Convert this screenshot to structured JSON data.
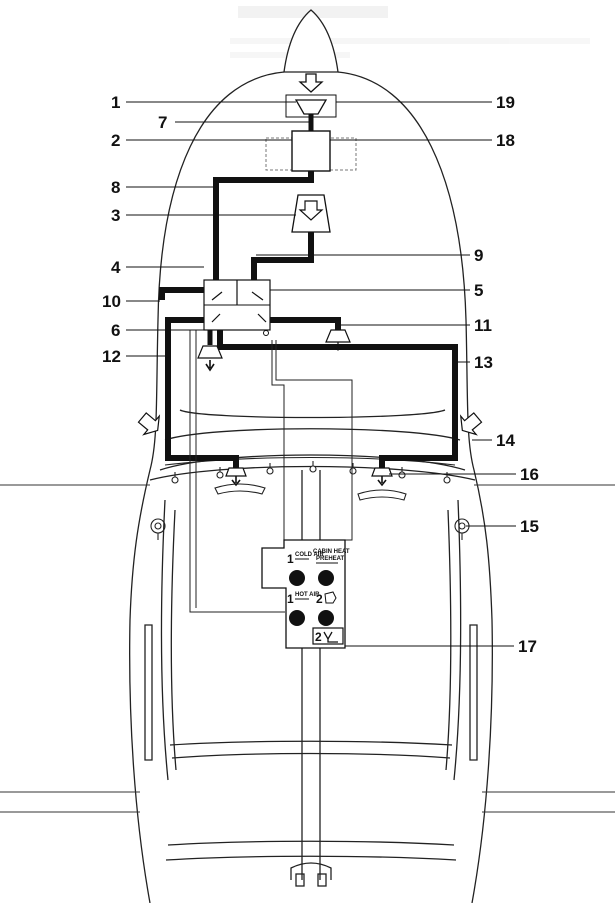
{
  "callouts": {
    "n1": "1",
    "n2": "2",
    "n3": "3",
    "n4": "4",
    "n5": "5",
    "n6": "6",
    "n7": "7",
    "n8": "8",
    "n9": "9",
    "n10": "10",
    "n11": "11",
    "n12": "12",
    "n13": "13",
    "n14": "14",
    "n15": "15",
    "n16": "16",
    "n17": "17",
    "n18": "18",
    "n19": "19"
  },
  "panel": {
    "cold_air_num": "1",
    "cold_air_label": "COLD AIR",
    "cabin_heat_label": "CABIN HEAT",
    "cabin_heat_sub": "PREHEAT",
    "hot_air_num": "1",
    "hot_air_label": "HOT AIR",
    "defrost_num": "2",
    "vent_num": "2"
  },
  "colors": {
    "duct": "#111111",
    "line": "#222222",
    "panel_bg": "#ffffff"
  }
}
